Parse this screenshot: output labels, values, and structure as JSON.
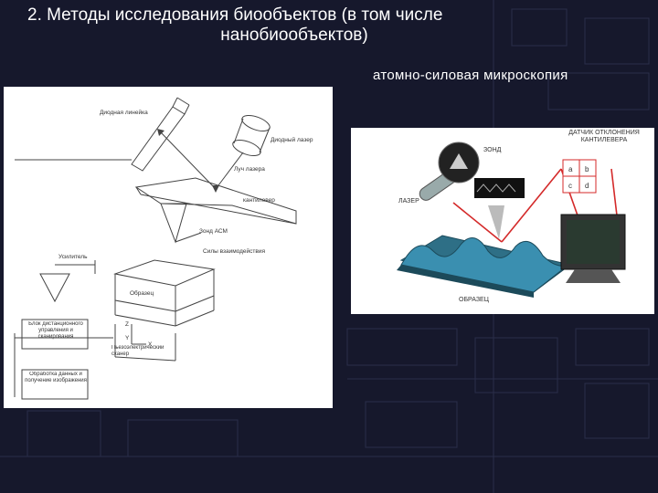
{
  "slide": {
    "title_line1": "2. Методы исследования биообъектов (в том числе",
    "title_line2": "нанобиообъектов)",
    "subtitle": "атомно-силовая микроскопия"
  },
  "left_diagram": {
    "labels": {
      "diode_ruler": "Диодная линейка",
      "diode_laser": "Диодный лазер",
      "laser_beam": "Луч лазера",
      "cantilever": "кантилевер",
      "probe": "Зонд АСМ",
      "forces": "Силы взаимодействия",
      "amplifier": "Усилитель",
      "sample": "Образец",
      "remote_control": "Блок дистанционного управления и сканирования",
      "data_processing": "Обработка данных и получение изображения",
      "scanner": "Пьезоэлектрический сканер",
      "axis_z": "Z",
      "axis_y": "Y",
      "axis_x": "X"
    }
  },
  "right_diagram": {
    "labels": {
      "sensor": "ДАТЧИК ОТКЛОНЕНИЯ КАНТИЛЕВЕРА",
      "probe": "ЗОНД",
      "laser": "ЛАЗЕР",
      "sample": "ОБРАЗЕЦ",
      "q_a": "a",
      "q_b": "b",
      "q_c": "c",
      "q_d": "d"
    },
    "colors": {
      "beam": "#d42a2a",
      "cylinder": "#3a8fb0",
      "surface": "#2e6f86"
    }
  }
}
